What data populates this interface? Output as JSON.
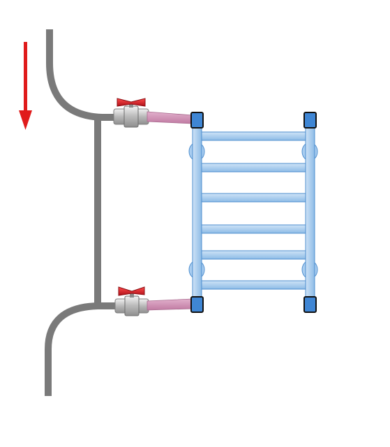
{
  "diagram": {
    "type": "heated-towel-rail-bypass-connection",
    "components": {
      "flow_direction": "down",
      "riser_pipe": {
        "color": "#7a7a7a"
      },
      "bypass_pipe": {
        "color": "#7a7a7a"
      },
      "ball_valves": {
        "count": 2,
        "handle_color": "#d8262b",
        "body_color": "#c7c7c7"
      },
      "connector_hoses": {
        "count": 2,
        "color": "#d38fb4"
      },
      "towel_rail": {
        "crossbars": 6,
        "fill_color": "#a9cdf0",
        "edge_color": "#4f8fcf",
        "end_cap_color": "#3f86d4"
      }
    },
    "colors": {
      "arrow": "#e01b1b",
      "pipe": "#7a7a7a",
      "rail_fill": "#a9cdf0",
      "rail_edge": "#4f8fcf",
      "cap_outline": "#111111"
    }
  }
}
